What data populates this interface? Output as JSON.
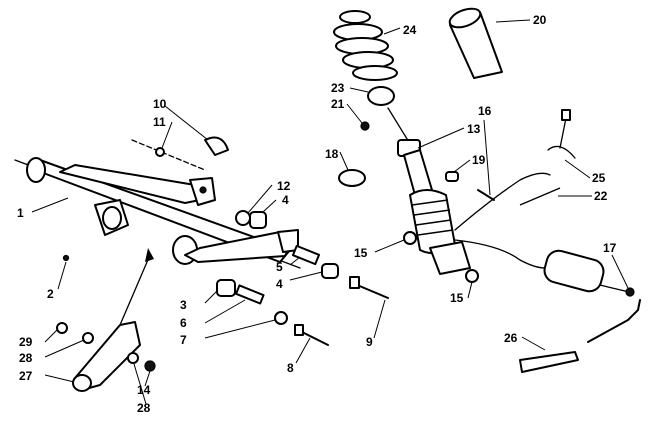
{
  "callouts": [
    {
      "id": "c1",
      "label": "1"
    },
    {
      "id": "c2",
      "label": "2"
    },
    {
      "id": "c3",
      "label": "3"
    },
    {
      "id": "c4a",
      "label": "4"
    },
    {
      "id": "c4b",
      "label": "4"
    },
    {
      "id": "c5",
      "label": "5"
    },
    {
      "id": "c6",
      "label": "6"
    },
    {
      "id": "c7",
      "label": "7"
    },
    {
      "id": "c8",
      "label": "8"
    },
    {
      "id": "c9",
      "label": "9"
    },
    {
      "id": "c10",
      "label": "10"
    },
    {
      "id": "c11",
      "label": "11"
    },
    {
      "id": "c12",
      "label": "12"
    },
    {
      "id": "c13",
      "label": "13"
    },
    {
      "id": "c14",
      "label": "14"
    },
    {
      "id": "c15a",
      "label": "15"
    },
    {
      "id": "c15b",
      "label": "15"
    },
    {
      "id": "c16",
      "label": "16"
    },
    {
      "id": "c17",
      "label": "17"
    },
    {
      "id": "c18",
      "label": "18"
    },
    {
      "id": "c19",
      "label": "19"
    },
    {
      "id": "c20",
      "label": "20"
    },
    {
      "id": "c21",
      "label": "21"
    },
    {
      "id": "c22",
      "label": "22"
    },
    {
      "id": "c23",
      "label": "23"
    },
    {
      "id": "c24",
      "label": "24"
    },
    {
      "id": "c25",
      "label": "25"
    },
    {
      "id": "c26",
      "label": "26"
    },
    {
      "id": "c27",
      "label": "27"
    },
    {
      "id": "c28a",
      "label": "28"
    },
    {
      "id": "c28b",
      "label": "28"
    },
    {
      "id": "c29",
      "label": "29"
    }
  ]
}
